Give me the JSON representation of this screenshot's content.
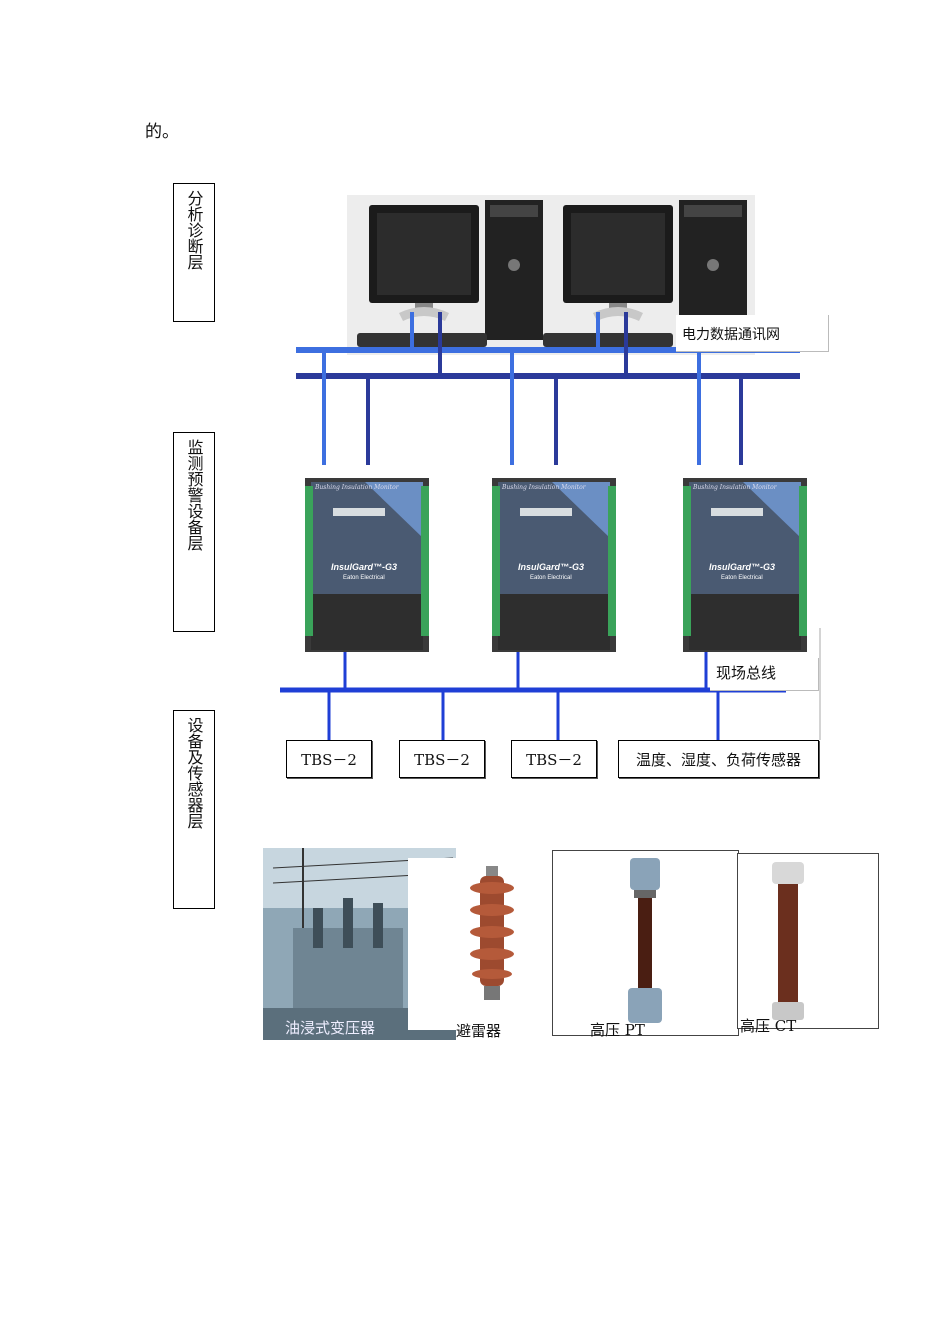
{
  "intro_text": "的。",
  "layers": {
    "analysis": "分析诊断层",
    "monitoring": "监测预警设备层",
    "devices": "设备及传感器层"
  },
  "network_labels": {
    "data_network": "电力数据通讯网",
    "field_bus": "现场总线"
  },
  "monitor_units": [
    {
      "brand_line1": "InsulGard™-G3",
      "brand_line2": "Eaton Electrical",
      "top_strip": "Bushing Insulation Monitor"
    },
    {
      "brand_line1": "InsulGard™-G3",
      "brand_line2": "Eaton Electrical",
      "top_strip": "Bushing Insulation Monitor"
    },
    {
      "brand_line1": "InsulGard™-G3",
      "brand_line2": "Eaton Electrical",
      "top_strip": "Bushing Insulation Monitor"
    }
  ],
  "sensors": [
    "TBS－2",
    "TBS－2",
    "TBS－2",
    "温度、湿度、负荷传感器"
  ],
  "equipment_photos": [
    "油浸式变压器",
    "避雷器",
    "高压 PT",
    "高压 CT"
  ],
  "colors": {
    "bus_light": "#3d6fe0",
    "bus_dark": "#2b3a9a",
    "field_bus": "#1f3fd6"
  }
}
